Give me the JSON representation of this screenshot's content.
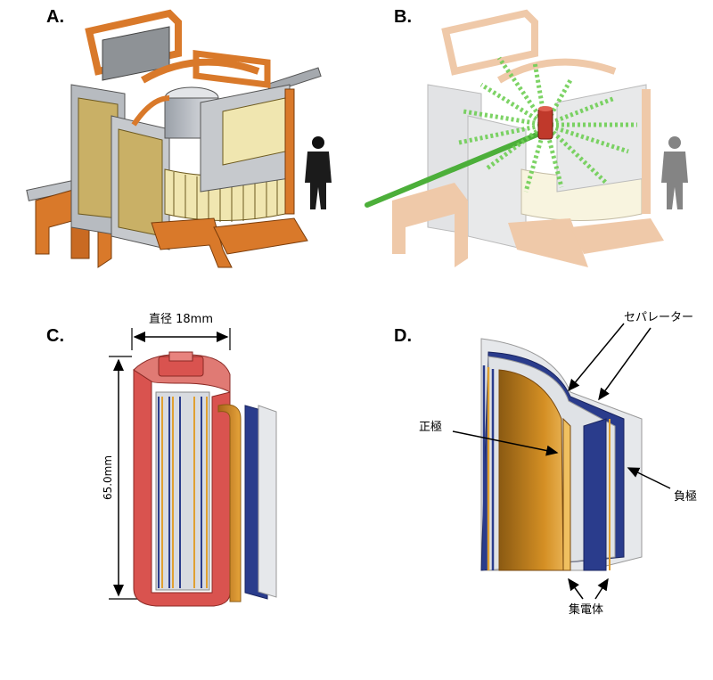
{
  "panels": {
    "a": {
      "label": "A."
    },
    "b": {
      "label": "B."
    },
    "c": {
      "label": "C.",
      "diameter_label": "直径 18mm",
      "height_label": "65.0mm"
    },
    "d": {
      "label": "D.",
      "separator_label": "セパレーター",
      "positive_label": "正極",
      "negative_label": "負極",
      "collector_label": "集電体"
    }
  },
  "colors": {
    "frame_orange": "#d9792a",
    "cell_red": "#d9534f",
    "electrode_gold": "#e0a030",
    "separator_blue": "#2a3c8c",
    "beam_green": "#4caf3a"
  }
}
